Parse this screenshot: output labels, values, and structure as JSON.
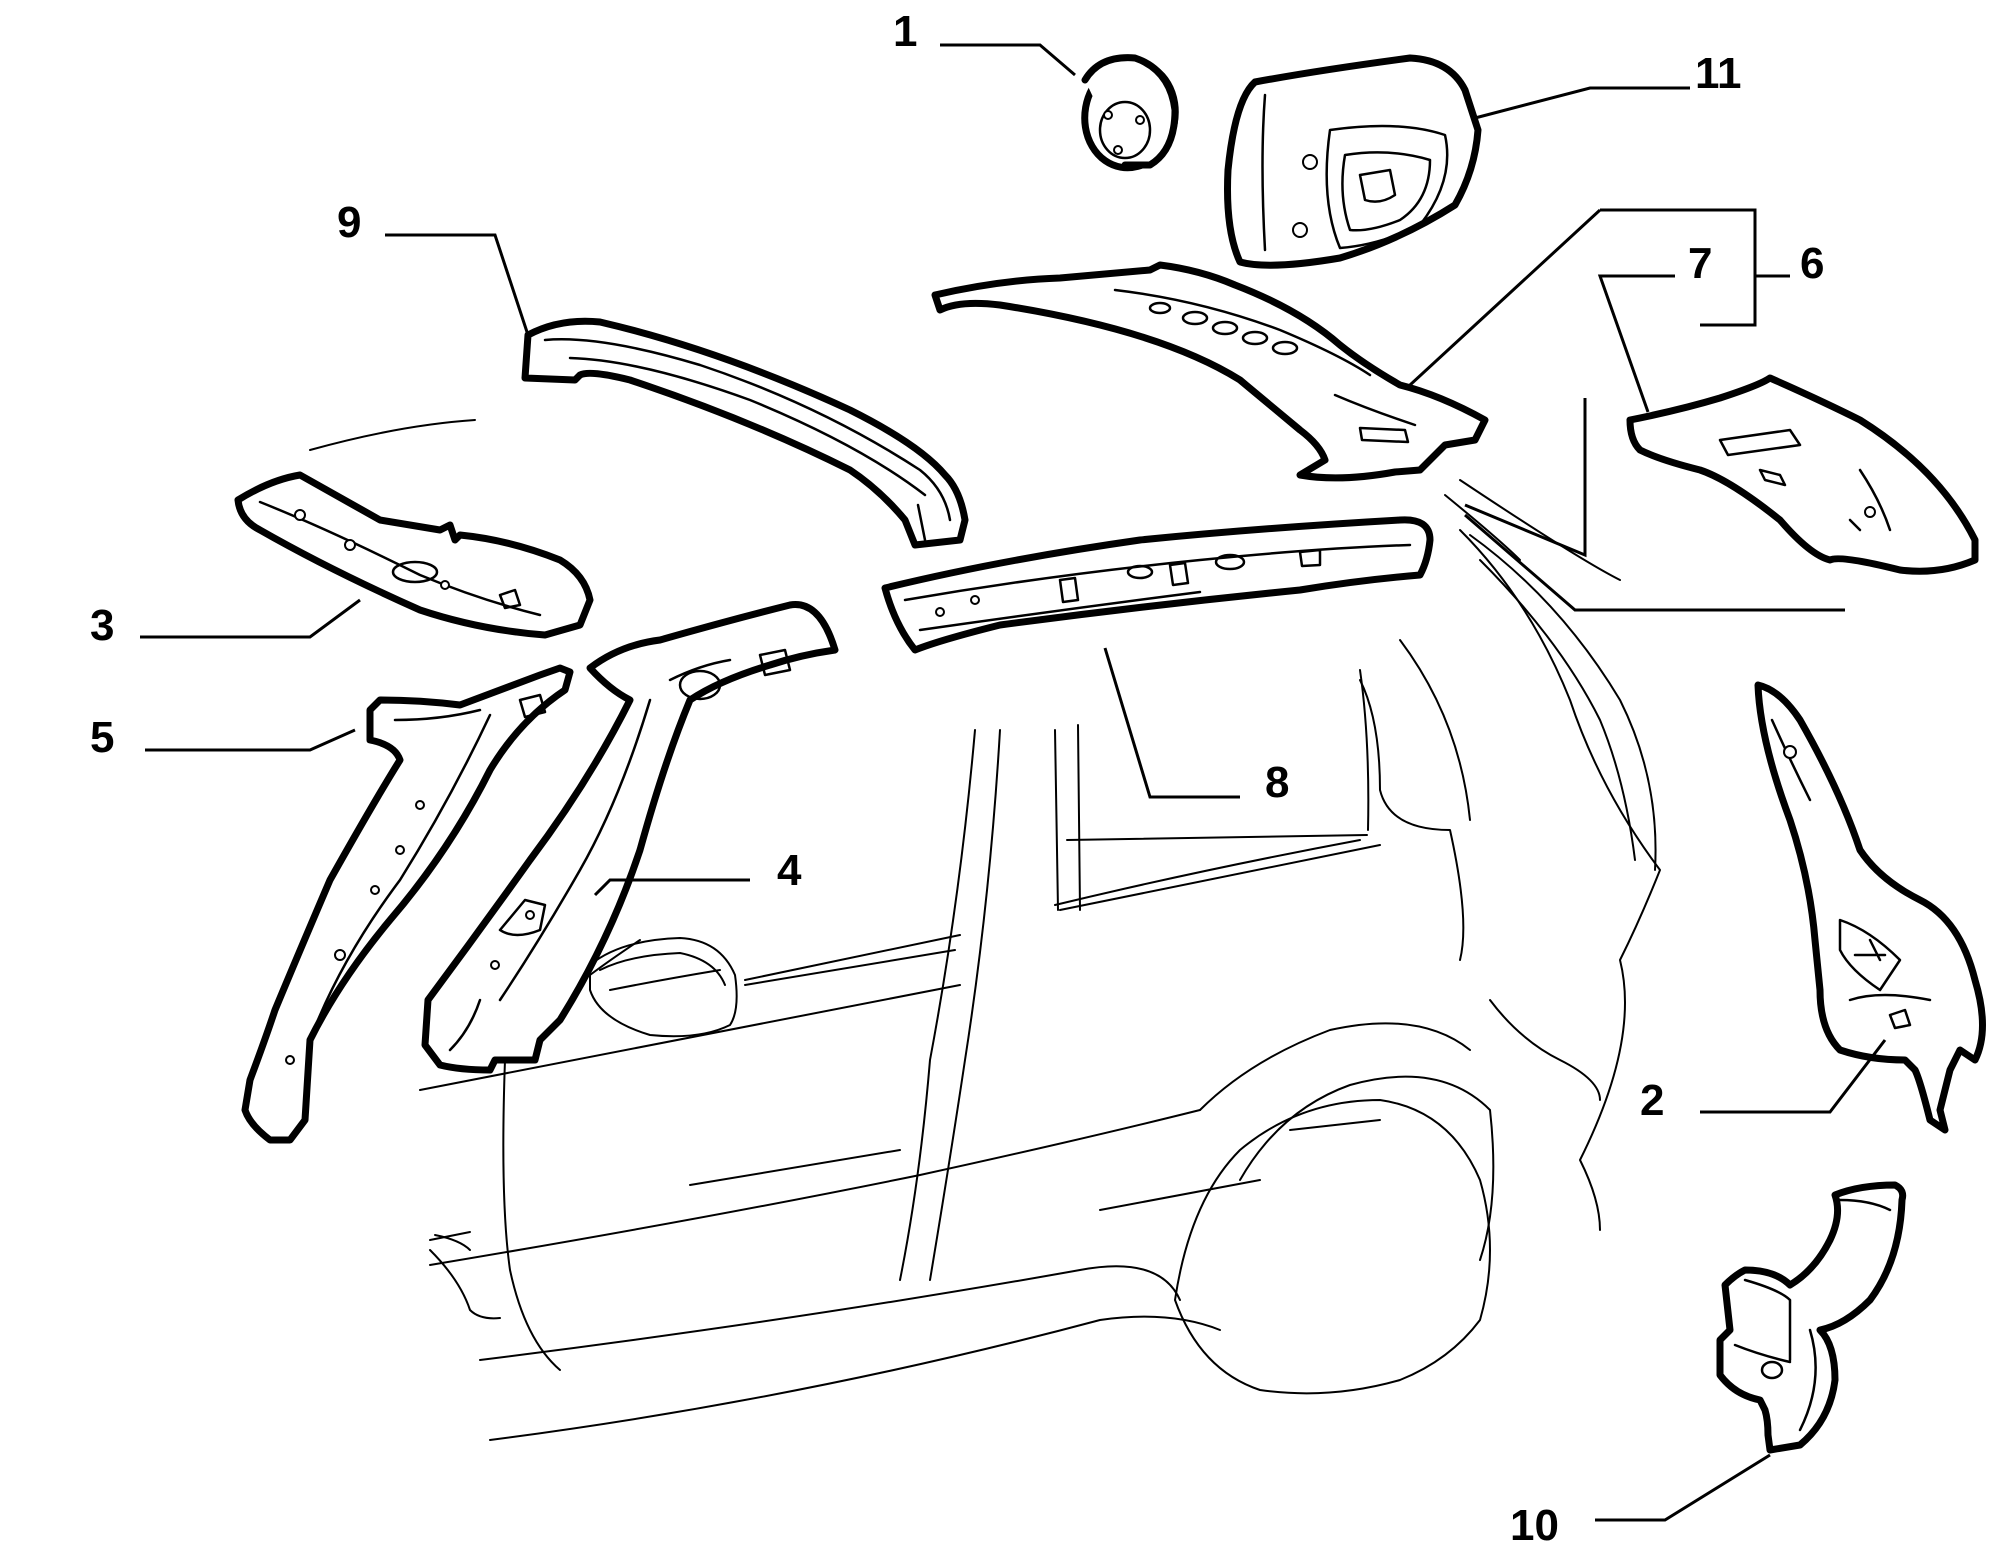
{
  "callouts": [
    {
      "id": "1",
      "label": "1"
    },
    {
      "id": "2",
      "label": "2"
    },
    {
      "id": "3",
      "label": "3"
    },
    {
      "id": "4",
      "label": "4"
    },
    {
      "id": "5",
      "label": "5"
    },
    {
      "id": "6",
      "label": "6"
    },
    {
      "id": "7",
      "label": "7"
    },
    {
      "id": "8",
      "label": "8"
    },
    {
      "id": "9",
      "label": "9"
    },
    {
      "id": "10",
      "label": "10"
    },
    {
      "id": "11",
      "label": "11"
    }
  ],
  "colors": {
    "line": "#000000",
    "background": "#ffffff"
  }
}
